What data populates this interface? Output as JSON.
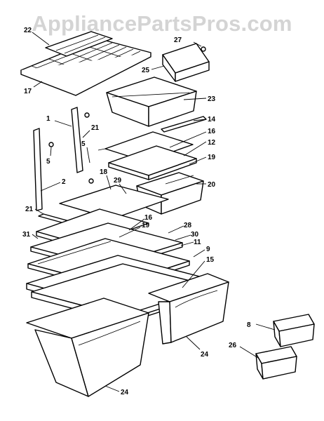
{
  "watermark": "AppliancePartsPros.com",
  "callouts": {
    "c22": "22",
    "c17": "17",
    "c27": "27",
    "c25": "25",
    "c23": "23",
    "c14": "14",
    "c16a": "16",
    "c12": "12",
    "c19a": "19",
    "c20": "20",
    "c1": "1",
    "c21a": "21",
    "c5a": "5",
    "c5b": "5",
    "c18": "18",
    "c29": "29",
    "c2": "2",
    "c21b": "21",
    "c31": "31",
    "c16b": "16",
    "c19b": "19",
    "c28": "28",
    "c30": "30",
    "c11": "11",
    "c9": "9",
    "c15": "15",
    "c24a": "24",
    "c8": "8",
    "c26": "26",
    "c24b": "24"
  }
}
